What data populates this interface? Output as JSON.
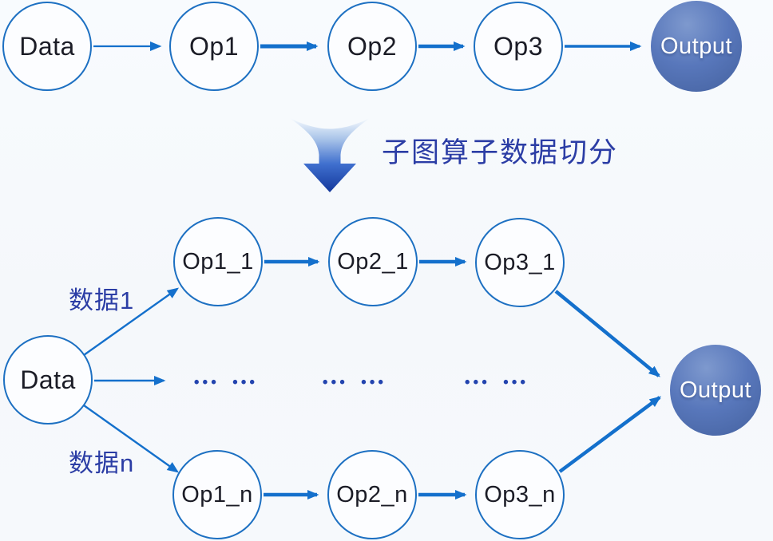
{
  "annotation": {
    "transform_label": "子图算子数据切分"
  },
  "colors": {
    "edge_blue": "#1470cc",
    "circle_stroke": "#1d70c2",
    "node_text": "#1b1c26",
    "cn_text_blue": "#2b3da5",
    "output_fill": "#4f6fb4",
    "output_text": "#ffffff",
    "background": "#f6f9fc"
  },
  "top_pipeline": {
    "nodes": [
      {
        "label": "Data"
      },
      {
        "label": "Op1"
      },
      {
        "label": "Op2"
      },
      {
        "label": "Op3"
      },
      {
        "label": "Output"
      }
    ]
  },
  "split_pipeline": {
    "source": {
      "label": "Data"
    },
    "sink": {
      "label": "Output"
    },
    "branch_labels": {
      "top": "数据1",
      "bottom": "数据n"
    },
    "ellipsis": "••• •••",
    "rows": [
      {
        "nodes": [
          {
            "label": "Op1_1"
          },
          {
            "label": "Op2_1"
          },
          {
            "label": "Op3_1"
          }
        ]
      },
      {
        "nodes": [
          {
            "label": "Op1_n"
          },
          {
            "label": "Op2_n"
          },
          {
            "label": "Op3_n"
          }
        ]
      }
    ]
  }
}
